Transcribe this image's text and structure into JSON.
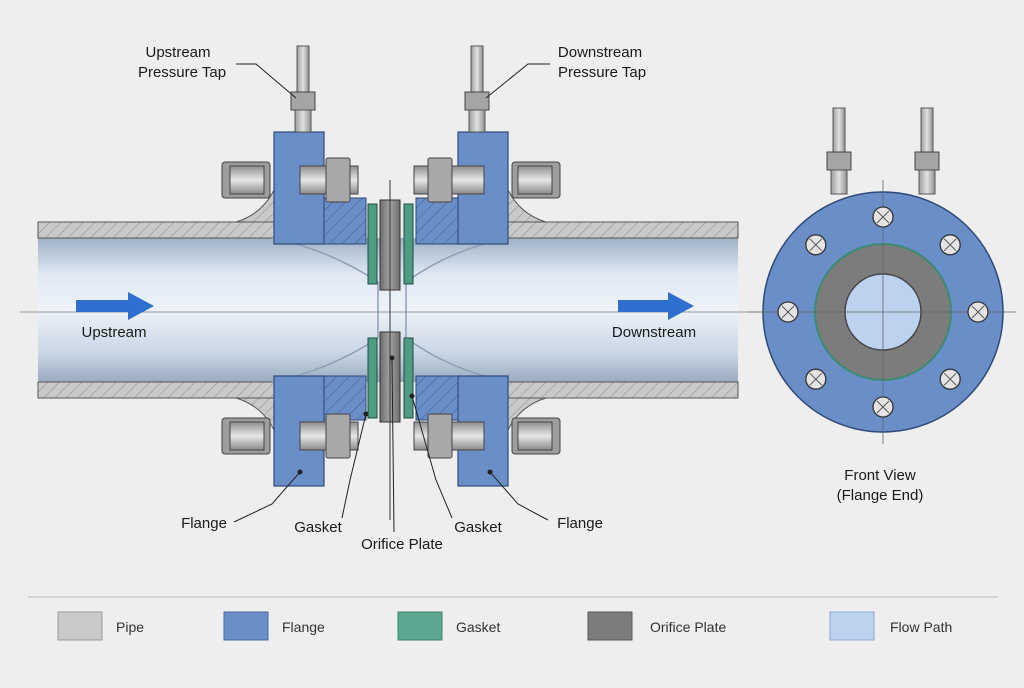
{
  "labels": {
    "upstream_tap_line1": "Upstream",
    "upstream_tap_line2": "Pressure Tap",
    "downstream_tap_line1": "Downstream",
    "downstream_tap_line2": "Pressure Tap",
    "upstream": "Upstream",
    "downstream": "Downstream",
    "flange_left": "Flange",
    "gasket_left": "Gasket",
    "orifice_plate": "Orifice Plate",
    "gasket_right": "Gasket",
    "flange_right": "Flange",
    "front_view_line1": "Front View",
    "front_view_line2": "(Flange End)"
  },
  "legend": [
    {
      "label": "Pipe",
      "color": "#c9c9c9"
    },
    {
      "label": "Flange",
      "color": "#6a8ec7"
    },
    {
      "label": "Gasket",
      "color": "#5aa891"
    },
    {
      "label": "Orifice Plate",
      "color": "#7c7c7c"
    },
    {
      "label": "Flow Path",
      "color": "#bcd2ee"
    }
  ],
  "colors": {
    "pipe": "#c9c9c9",
    "flange": "#6a8ec7",
    "gasket": "#4e9c84",
    "orifice": "#7c7c7c",
    "flow_arrow": "#2f6fcf"
  }
}
